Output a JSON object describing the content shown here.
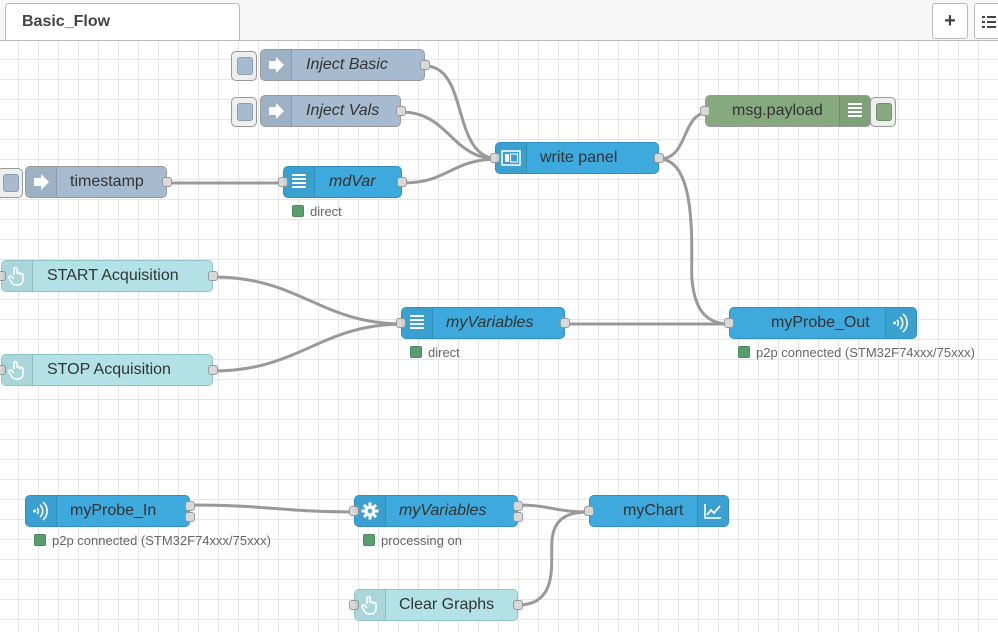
{
  "tabs": [
    {
      "label": "Basic_Flow"
    }
  ],
  "toolbar": {
    "add_icon": "plus-icon",
    "menu_icon": "list-icon"
  },
  "nodes": {
    "inject_basic": {
      "label": "Inject Basic",
      "type": "inject",
      "icon": "arrow-right-icon"
    },
    "inject_vals": {
      "label": "Inject Vals",
      "type": "inject",
      "icon": "arrow-right-icon"
    },
    "timestamp": {
      "label": "timestamp",
      "type": "inject",
      "icon": "arrow-right-icon"
    },
    "mdvar": {
      "label": "mdVar",
      "type": "function",
      "icon": "list-icon",
      "status": "direct"
    },
    "write_panel": {
      "label": "write panel",
      "type": "template",
      "icon": "panel-icon"
    },
    "msg_payload": {
      "label": "msg.payload",
      "type": "debug",
      "icon": "list-icon"
    },
    "start_acq": {
      "label": "START Acquisition",
      "type": "button",
      "icon": "hand-pointer-icon"
    },
    "stop_acq": {
      "label": "STOP Acquisition",
      "type": "button",
      "icon": "hand-pointer-icon"
    },
    "myvariables_1": {
      "label": "myVariables",
      "type": "function",
      "icon": "list-icon",
      "status": "direct"
    },
    "myprobe_out": {
      "label": "myProbe_Out",
      "type": "probe-out",
      "icon": "signal-icon",
      "status": "p2p connected (STM32F74xxx/75xxx)"
    },
    "myprobe_in": {
      "label": "myProbe_In",
      "type": "probe-in",
      "icon": "signal-icon",
      "status": "p2p connected (STM32F74xxx/75xxx)"
    },
    "myvariables_2": {
      "label": "myVariables",
      "type": "processing",
      "icon": "gear-icon",
      "status": "processing on"
    },
    "mychart": {
      "label": "myChart",
      "type": "chart",
      "icon": "chart-line-icon"
    },
    "clear_graphs": {
      "label": "Clear Graphs",
      "type": "button",
      "icon": "hand-pointer-icon"
    }
  },
  "colors": {
    "inject": "#a6bbcf",
    "function": "#3da9dc",
    "debug": "#87a980",
    "button": "#b3e2e6",
    "status_ok": "#5a9e6f",
    "wire": "#999999"
  }
}
